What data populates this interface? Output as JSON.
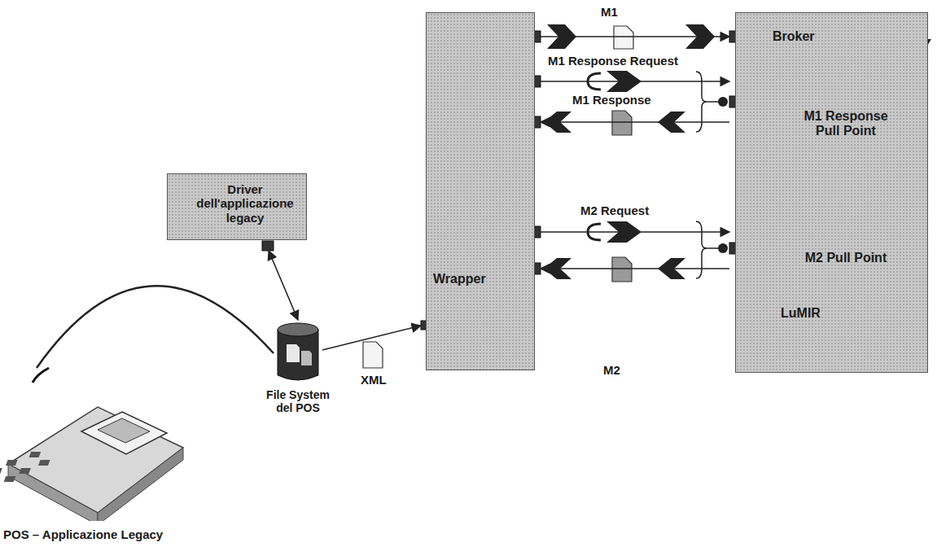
{
  "diagram": {
    "nodes": [
      {
        "text": [
          "Driver dell'applicazione legacy"
        ]
      },
      {
        "text": [
          "Wrapper"
        ]
      },
      {
        "text": [
          "Broker",
          "M1 Response Pull Point",
          "M2 Pull Point",
          "LuMIR"
        ]
      },
      {
        "text": [
          "File System del POS"
        ]
      },
      {
        "text": [
          "POS – Applicazione Legacy"
        ]
      }
    ],
    "edges": [
      {
        "from": 0,
        "to": 3,
        "arrow": "both"
      },
      {
        "from": 3,
        "to": 1,
        "arrow": "to",
        "label": "XML"
      },
      {
        "from": 4,
        "to": 3,
        "arrow": "none"
      },
      {
        "from": 1,
        "to": 2,
        "arrow": "to",
        "label": "M1"
      },
      {
        "from": 1,
        "to": 2,
        "arrow": "to",
        "label": "M1 Response Request"
      },
      {
        "from": 2,
        "to": 1,
        "arrow": "to",
        "label": "M1 Response"
      },
      {
        "from": 1,
        "to": 2,
        "arrow": "to",
        "label": "M2 Request"
      },
      {
        "from": 2,
        "to": 1,
        "arrow": "to",
        "label": "M2"
      }
    ]
  }
}
